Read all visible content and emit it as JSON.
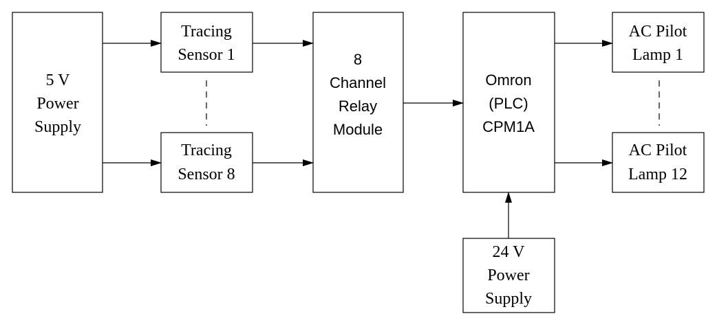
{
  "blocks": {
    "power_5v": [
      "5 V",
      "Power",
      "Supply"
    ],
    "sensor_1": [
      "Tracing",
      "Sensor 1"
    ],
    "sensor_8": [
      "Tracing",
      "Sensor 8"
    ],
    "relay": [
      "8",
      "Channel",
      "Relay",
      "Module"
    ],
    "plc": [
      "Omron",
      "(PLC)",
      "CPM1A"
    ],
    "lamp_1": [
      "AC Pilot",
      "Lamp 1"
    ],
    "lamp_12": [
      "AC Pilot",
      "Lamp 12"
    ],
    "power_24v": [
      "24 V",
      "Power",
      "Supply"
    ]
  }
}
